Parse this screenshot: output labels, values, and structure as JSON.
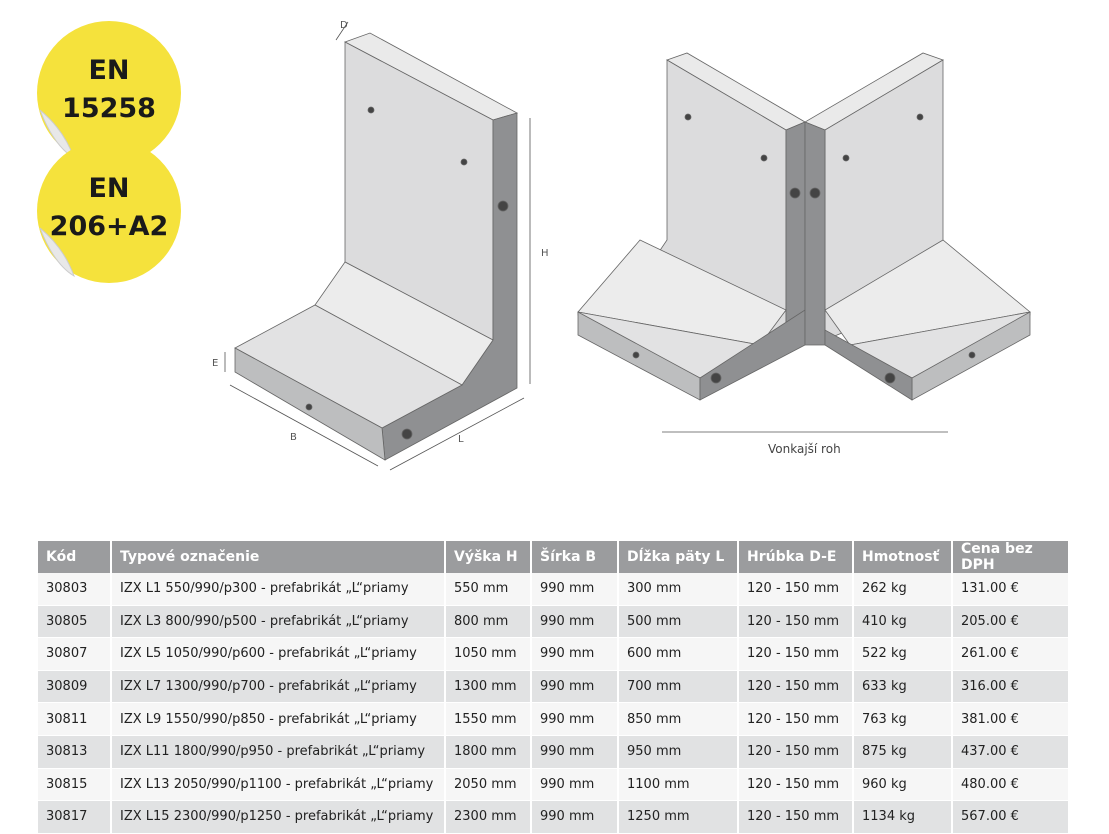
{
  "badges": [
    {
      "line1": "EN",
      "line2": "15258"
    },
    {
      "line1": "EN",
      "line2": "206+A2"
    }
  ],
  "diagram": {
    "dimension_labels": {
      "D": "D",
      "H": "H",
      "E": "E",
      "B": "B",
      "L": "L"
    },
    "caption": "Vonkajší roh"
  },
  "colors": {
    "badge": "#f5e23c",
    "header": "#9b9c9e",
    "row_light": "#f6f6f6",
    "row_dark": "#e1e2e3"
  },
  "table": {
    "headers": [
      "Kód",
      "Typové označenie",
      "Výška H",
      "Šírka B",
      "Dĺžka päty L",
      "Hrúbka D-E",
      "Hmotnosť",
      "Cena bez DPH"
    ],
    "rows": [
      [
        "30803",
        "IZX L1 550/990/p300 - prefabrikát „L“priamy",
        "550 mm",
        "990 mm",
        "300 mm",
        "120 - 150 mm",
        "262 kg",
        "131.00 €"
      ],
      [
        "30805",
        "IZX L3 800/990/p500 - prefabrikát „L“priamy",
        "800 mm",
        "990 mm",
        "500 mm",
        "120 - 150 mm",
        "410 kg",
        "205.00 €"
      ],
      [
        "30807",
        "IZX L5 1050/990/p600 - prefabrikát „L“priamy",
        "1050 mm",
        "990 mm",
        "600 mm",
        "120 - 150 mm",
        "522 kg",
        "261.00 €"
      ],
      [
        "30809",
        "IZX L7 1300/990/p700 - prefabrikát „L“priamy",
        "1300 mm",
        "990 mm",
        "700 mm",
        "120 - 150 mm",
        "633 kg",
        "316.00 €"
      ],
      [
        "30811",
        "IZX L9 1550/990/p850 - prefabrikát „L“priamy",
        "1550 mm",
        "990 mm",
        "850 mm",
        "120 - 150 mm",
        "763 kg",
        "381.00 €"
      ],
      [
        "30813",
        "IZX L11 1800/990/p950 - prefabrikát „L“priamy",
        "1800 mm",
        "990 mm",
        "950 mm",
        "120 - 150 mm",
        "875 kg",
        "437.00 €"
      ],
      [
        "30815",
        "IZX L13 2050/990/p1100 - prefabrikát „L“priamy",
        "2050 mm",
        "990 mm",
        "1100 mm",
        "120 - 150 mm",
        "960 kg",
        "480.00 €"
      ],
      [
        "30817",
        "IZX L15 2300/990/p1250 - prefabrikát „L“priamy",
        "2300 mm",
        "990 mm",
        "1250 mm",
        "120 - 150 mm",
        "1134 kg",
        "567.00 €"
      ]
    ]
  }
}
